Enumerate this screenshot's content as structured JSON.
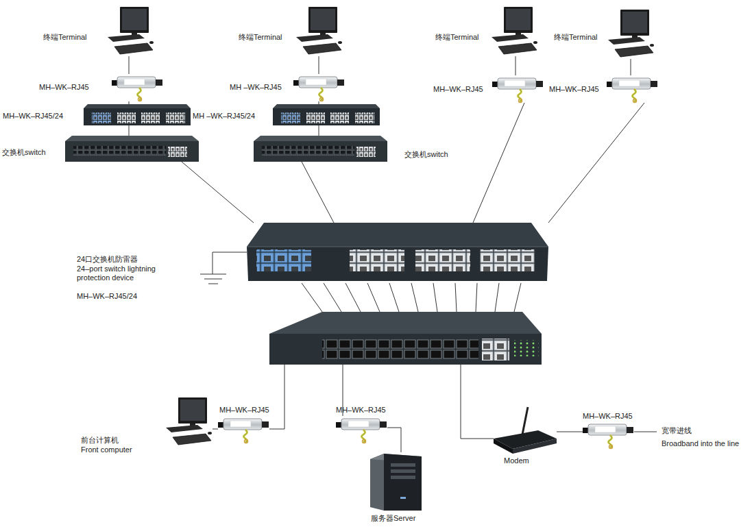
{
  "diagram": {
    "nodes": [
      {
        "text": [
          "终端Terminal"
        ]
      },
      {
        "text": [
          "终端Terminal"
        ]
      },
      {
        "text": [
          "终端Terminal"
        ]
      },
      {
        "text": [
          "终端Terminal"
        ]
      },
      {
        "text": [
          "MH–WK–RJ45"
        ]
      },
      {
        "text": [
          "MH –WK–RJ45"
        ]
      },
      {
        "text": [
          "MH–WK–RJ45"
        ]
      },
      {
        "text": [
          "MH–WK–RJ45"
        ]
      },
      {
        "text": [
          "MH–WK–RJ45/24"
        ]
      },
      {
        "text": [
          "MH –WK–RJ45/24"
        ]
      },
      {
        "text": [
          "交换机switch"
        ]
      },
      {
        "text": [
          "交换机switch"
        ]
      },
      {
        "text": [
          "24口交换机防雷器",
          "24–port switch lightning protection device",
          "MH–WK–RJ45/24"
        ]
      },
      {
        "text": []
      },
      {
        "text": [
          "前台计算机",
          "Front computer"
        ]
      },
      {
        "text": [
          "MH–WK–RJ45"
        ]
      },
      {
        "text": [
          "MH–WK–RJ45"
        ]
      },
      {
        "text": [
          "服务器Server"
        ]
      },
      {
        "text": [
          "Modem"
        ]
      },
      {
        "text": [
          "MH–WK–RJ45"
        ]
      }
    ],
    "edges": [
      {
        "from": 0,
        "to": 4,
        "arrow": "none"
      },
      {
        "from": 4,
        "to": 8,
        "arrow": "none"
      },
      {
        "from": 8,
        "to": 10,
        "arrow": "none"
      },
      {
        "from": 10,
        "to": 12,
        "arrow": "none"
      },
      {
        "from": 1,
        "to": 5,
        "arrow": "none"
      },
      {
        "from": 5,
        "to": 9,
        "arrow": "none"
      },
      {
        "from": 9,
        "to": 11,
        "arrow": "none"
      },
      {
        "from": 11,
        "to": 12,
        "arrow": "none"
      },
      {
        "from": 2,
        "to": 6,
        "arrow": "none"
      },
      {
        "from": 6,
        "to": 12,
        "arrow": "none"
      },
      {
        "from": 3,
        "to": 7,
        "arrow": "none"
      },
      {
        "from": 7,
        "to": 12,
        "arrow": "none"
      },
      {
        "from": 12,
        "to": 13,
        "arrow": "none"
      },
      {
        "from": 12,
        "to": 13,
        "arrow": "none"
      },
      {
        "from": 12,
        "to": 13,
        "arrow": "none"
      },
      {
        "from": 12,
        "to": 13,
        "arrow": "none"
      },
      {
        "from": 12,
        "to": 13,
        "arrow": "none"
      },
      {
        "from": 12,
        "to": 13,
        "arrow": "none"
      },
      {
        "from": 12,
        "to": 13,
        "arrow": "none"
      },
      {
        "from": 12,
        "to": 13,
        "arrow": "none"
      },
      {
        "from": 12,
        "to": 13,
        "arrow": "none"
      },
      {
        "from": 12,
        "to": 13,
        "arrow": "none"
      },
      {
        "from": 12,
        "to": 13,
        "arrow": "none"
      },
      {
        "from": 13,
        "to": 15,
        "arrow": "none"
      },
      {
        "from": 15,
        "to": 14,
        "arrow": "none"
      },
      {
        "from": 13,
        "to": 16,
        "arrow": "none"
      },
      {
        "from": 16,
        "to": 17,
        "arrow": "none"
      },
      {
        "from": 13,
        "to": 18,
        "arrow": "none"
      },
      {
        "from": 18,
        "to": 19,
        "arrow": "none"
      }
    ],
    "labels": [
      "宽带进线",
      "Broadband into the line"
    ]
  }
}
